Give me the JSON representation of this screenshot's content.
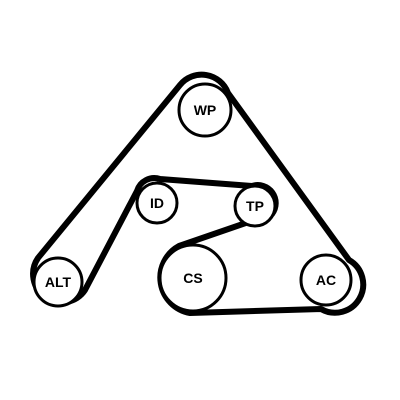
{
  "diagram": {
    "pulleys": {
      "wp": "WP",
      "id": "ID",
      "tp": "TP",
      "alt": "ALT",
      "cs": "CS",
      "ac": "AC"
    }
  }
}
